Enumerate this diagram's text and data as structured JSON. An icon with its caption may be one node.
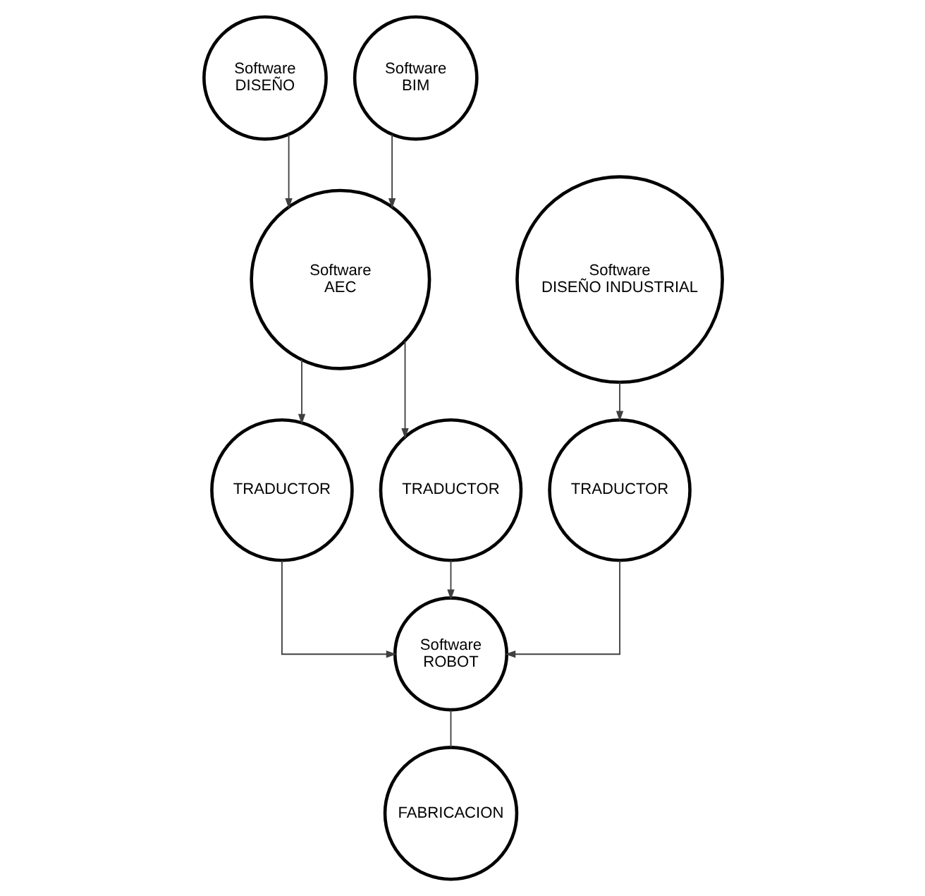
{
  "diagram": {
    "nodes": [
      {
        "text": [
          "Software DISEÑO"
        ]
      },
      {
        "text": [
          "Software BIM"
        ]
      },
      {
        "text": [
          "Software AEC"
        ]
      },
      {
        "text": [
          "Software DISEÑO INDUSTRIAL"
        ]
      },
      {
        "text": [
          "TRADUCTOR"
        ]
      },
      {
        "text": [
          "TRADUCTOR"
        ]
      },
      {
        "text": [
          "TRADUCTOR"
        ]
      },
      {
        "text": [
          "Software ROBOT"
        ]
      },
      {
        "text": [
          "FABRICACION"
        ]
      }
    ],
    "edges": [
      {
        "from": 0,
        "to": 2,
        "arrow": "to"
      },
      {
        "from": 1,
        "to": 2,
        "arrow": "to"
      },
      {
        "from": 2,
        "to": 4,
        "arrow": "to"
      },
      {
        "from": 2,
        "to": 5,
        "arrow": "to"
      },
      {
        "from": 3,
        "to": 6,
        "arrow": "to"
      },
      {
        "from": 4,
        "to": 7,
        "arrow": "to"
      },
      {
        "from": 5,
        "to": 7,
        "arrow": "to"
      },
      {
        "from": 6,
        "to": 7,
        "arrow": "to"
      },
      {
        "from": 7,
        "to": 8,
        "arrow": "none"
      }
    ]
  }
}
